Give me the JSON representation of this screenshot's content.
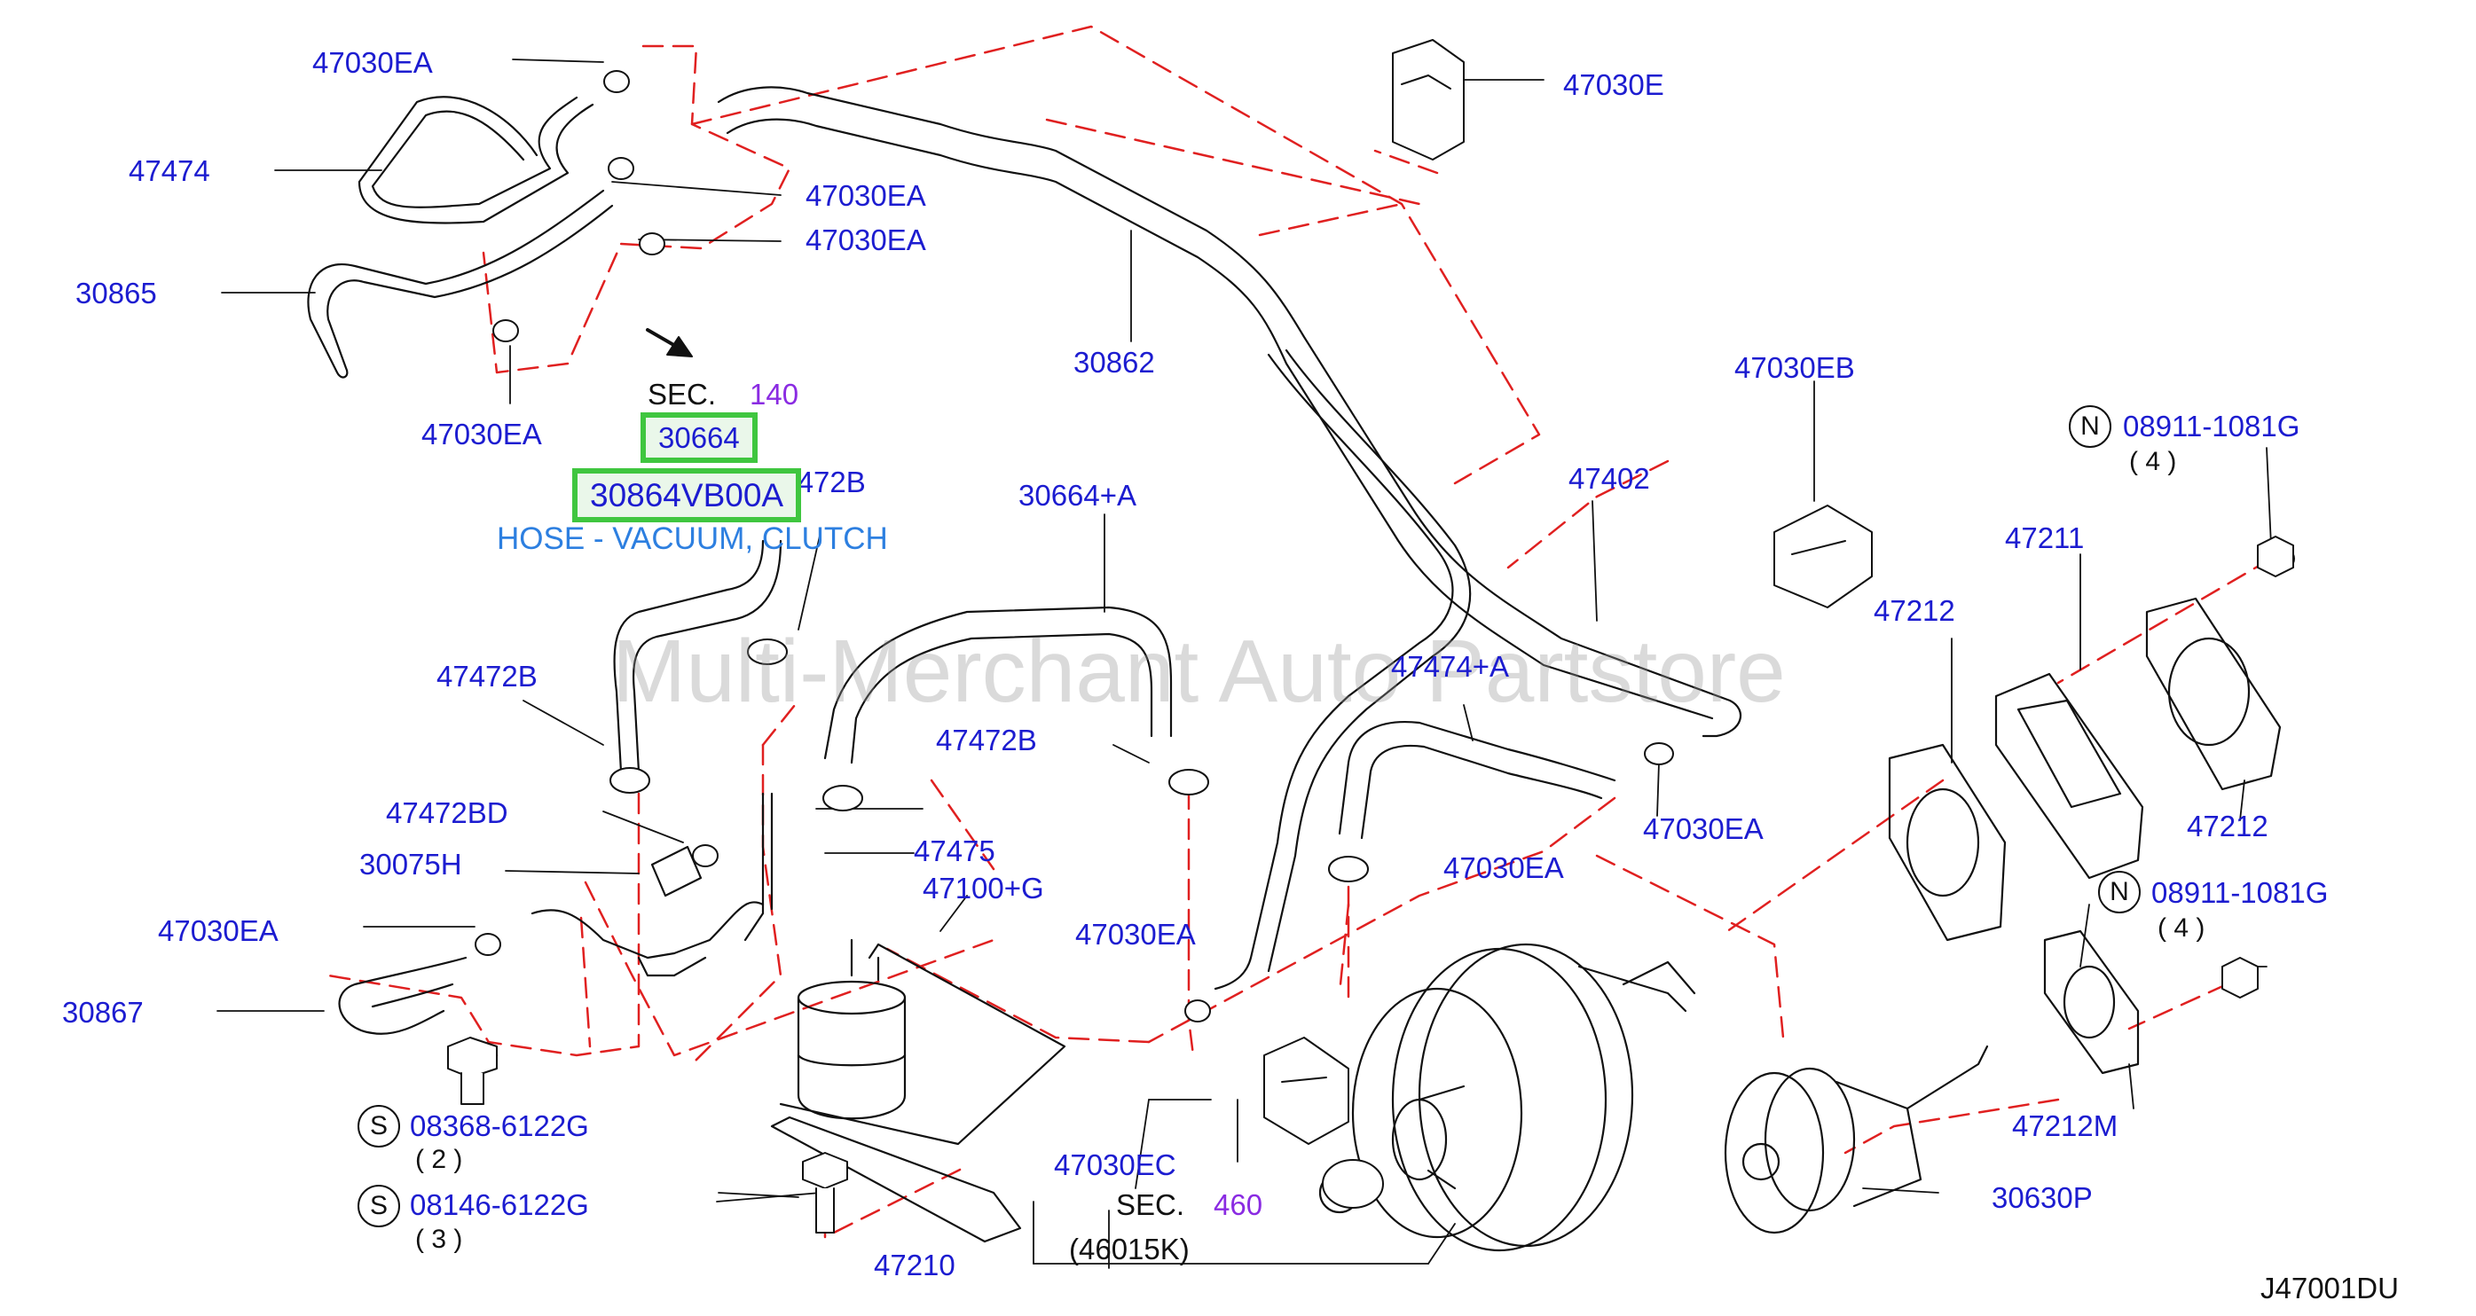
{
  "diagram": {
    "watermark": "Multi-Merchant Auto Partstore",
    "diagram_code": "J47001DU",
    "colors": {
      "part_number": "#1c1cd0",
      "section_number": "#8a2be2",
      "description": "#2d7fe0",
      "highlight_border": "#3fc63f",
      "dashed_line": "#e02020",
      "drawing_line": "#111111"
    },
    "highlight": {
      "part": "30664",
      "part_number": "30864VB00A",
      "description": "HOSE - VACUUM, CLUTCH"
    },
    "sections": [
      {
        "label": "SEC.",
        "number": "140"
      },
      {
        "label": "SEC.",
        "number": "460",
        "sub": "(46015K)"
      }
    ],
    "fasteners": [
      {
        "symbol": "N",
        "part": "08911-1081G",
        "qty": "( 4 )"
      },
      {
        "symbol": "N",
        "part": "08911-1081G",
        "qty": "( 4 )"
      },
      {
        "symbol": "S",
        "part": "08368-6122G",
        "qty": "( 2 )"
      },
      {
        "symbol": "S",
        "part": "08146-6122G",
        "qty": "( 3 )"
      }
    ],
    "callouts": [
      "47030EA",
      "47474",
      "47030EA",
      "47030EA",
      "30865",
      "47030EA",
      "47030E",
      "30862",
      "47030EB",
      "47402",
      "47211",
      "47212",
      "30664+A",
      "47472B",
      "47474+A",
      "47472B",
      "47472B",
      "47472BD",
      "47475",
      "30075H",
      "47100+G",
      "47030EA",
      "30867",
      "47030EA",
      "47030EA",
      "47030EA",
      "47212",
      "47212M",
      "47030EC",
      "47210",
      "30630P"
    ]
  }
}
